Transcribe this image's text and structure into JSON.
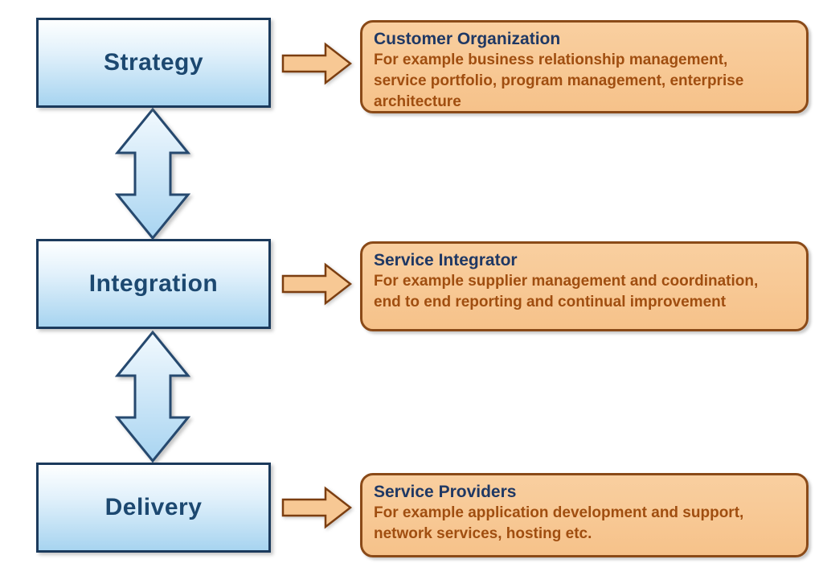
{
  "colors": {
    "stage_box_border": "#1B3A5C",
    "stage_box_fill_top": "#FEFFFF",
    "stage_box_fill_bottom": "#A7D4F0",
    "stage_label_text": "#1C4870",
    "arrow_blue_fill_top": "#F2F9FE",
    "arrow_blue_fill_bottom": "#A8D4F1",
    "arrow_blue_stroke": "#26496F",
    "arrow_orange_fill": "#F7C894",
    "arrow_orange_stroke": "#7C3E10",
    "detail_card_fill": "#F6C28A",
    "detail_card_border": "#8A4A18",
    "detail_title_text": "#1F3864",
    "detail_body_text": "#A04E10"
  },
  "stages": [
    {
      "label": "Strategy",
      "detail": {
        "title": "Customer Organization",
        "lines": [
          "For example business relationship management,",
          "service portfolio, program management, enterprise",
          "architecture"
        ]
      }
    },
    {
      "label": "Integration",
      "detail": {
        "title": "Service Integrator",
        "lines": [
          "For example supplier management and coordination,",
          "end to end reporting and continual improvement"
        ]
      }
    },
    {
      "label": "Delivery",
      "detail": {
        "title": "Service Providers",
        "lines": [
          "For example application development and support,",
          "network services, hosting etc."
        ]
      }
    }
  ]
}
